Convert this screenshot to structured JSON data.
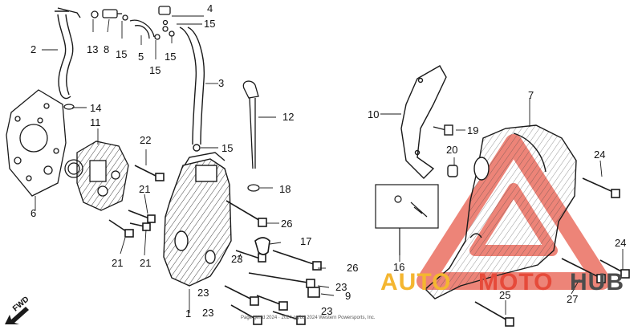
{
  "callouts": {
    "c1": "1",
    "c2": "2",
    "c3": "3",
    "c4": "4",
    "c5": "5",
    "c6": "6",
    "c7": "7",
    "c8": "8",
    "c9": "9",
    "c10": "10",
    "c11": "11",
    "c12": "12",
    "c13": "13",
    "c14": "14",
    "c15a": "15",
    "c15b": "15",
    "c15c": "15",
    "c15d": "15",
    "c15e": "15",
    "c16": "16",
    "c17": "17",
    "c18": "18",
    "c19": "19",
    "c20": "20",
    "c21a": "21",
    "c21b": "21",
    "c21c": "21",
    "c22": "22",
    "c23a": "23",
    "c23b": "23",
    "c23c": "23",
    "c23d": "23",
    "c24a": "24",
    "c24b": "24",
    "c25": "25",
    "c26a": "26",
    "c26b": "26",
    "c27": "27"
  },
  "fwd_label": "FWD",
  "copyright": "Page gen'd 2024 · 2024 pg/bd 2024 Western Powersports, Inc.",
  "watermark": {
    "auto": "AUTO",
    "moto": "MOTO",
    "hub": "HUB"
  },
  "colors": {
    "line": "#1a1a1a",
    "wm_yellow": "#f4b630",
    "wm_red": "#e64a3a",
    "wm_gray": "#4c4c4c"
  }
}
